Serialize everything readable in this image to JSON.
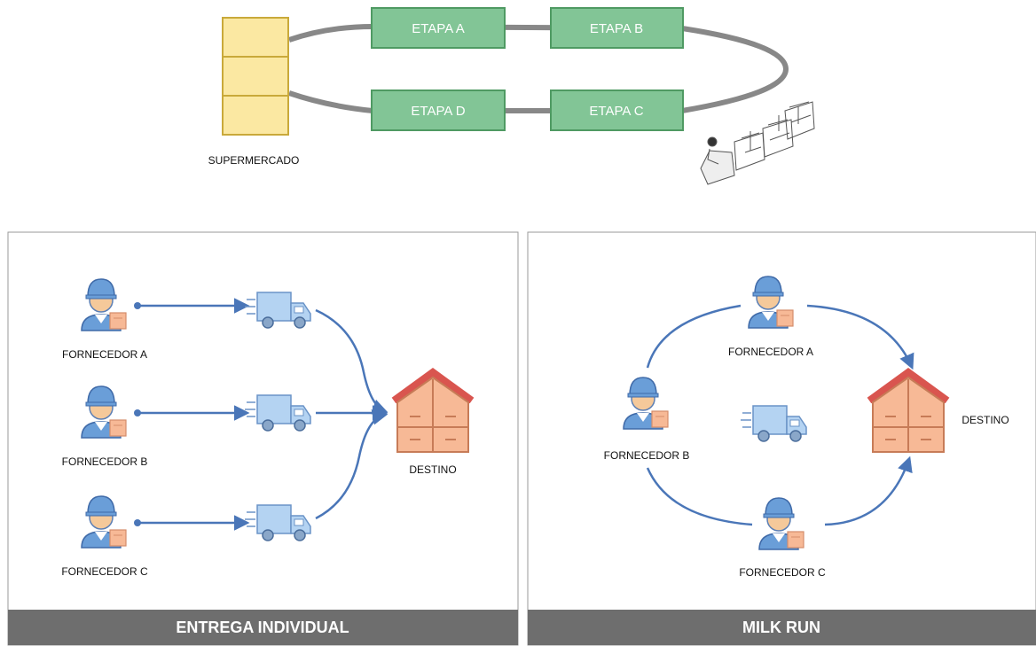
{
  "loop": {
    "supermarket_label": "SUPERMERCADO",
    "stages": [
      "ETAPA A",
      "ETAPA B",
      "ETAPA C",
      "ETAPA D"
    ]
  },
  "panel_individual": {
    "footer": "ENTREGA INDIVIDUAL",
    "suppliers": [
      "FORNECEDOR A",
      "FORNECEDOR B",
      "FORNECEDOR C"
    ],
    "destination": "DESTINO"
  },
  "panel_milkrun": {
    "footer": "MILK RUN",
    "suppliers": [
      "FORNECEDOR A",
      "FORNECEDOR B",
      "FORNECEDOR C"
    ],
    "destination": "DESTINO"
  },
  "colors": {
    "stage_fill": "#82c596",
    "stage_border": "#4f9a63",
    "supermarket_fill": "#fbe8a2",
    "supermarket_border": "#c9a93a",
    "arrow": "#4a76b8",
    "footer": "#6e6e6e",
    "roof": "#d9554f",
    "house": "#f7b996"
  }
}
